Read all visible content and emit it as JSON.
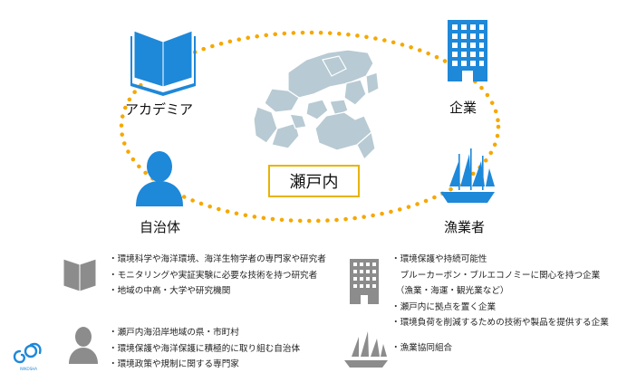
{
  "center": {
    "label": "瀬戸内"
  },
  "nodes": {
    "academia": {
      "label": "アカデミア",
      "icon": "book-icon",
      "color": "#1e88d9"
    },
    "company": {
      "label": "企業",
      "icon": "building-icon",
      "color": "#1e88d9"
    },
    "municipality": {
      "label": "自治体",
      "icon": "person-icon",
      "color": "#1e88d9"
    },
    "fishery": {
      "label": "漁業者",
      "icon": "sailboat-icon",
      "color": "#1e88d9"
    }
  },
  "connector_color": "#f5a800",
  "descriptions": {
    "academia": [
      "・環境科学や海洋環境、海洋生物学者の専門家や研究者",
      "・モニタリングや実証実験に必要な技術を持つ研究者",
      "・地域の中高・大学や研究機関"
    ],
    "municipality": [
      "・瀬戸内海沿岸地域の県・市町村",
      "・環境保護や海洋保護に積極的に取り組む自治体",
      "・環境政策や規制に関する専門家"
    ],
    "company": [
      "・環境保護や持続可能性",
      "　ブルーカーボン・ブルエコノミーに関心を持つ企業",
      "　（漁業・海運・観光業など）",
      "・瀬戸内に拠点を置く企業",
      "・環境負荷を削減するための技術や製品を提供する企業"
    ],
    "fishery": [
      "・漁業協同組合"
    ]
  },
  "logo": {
    "text": "IWKOSHA"
  }
}
